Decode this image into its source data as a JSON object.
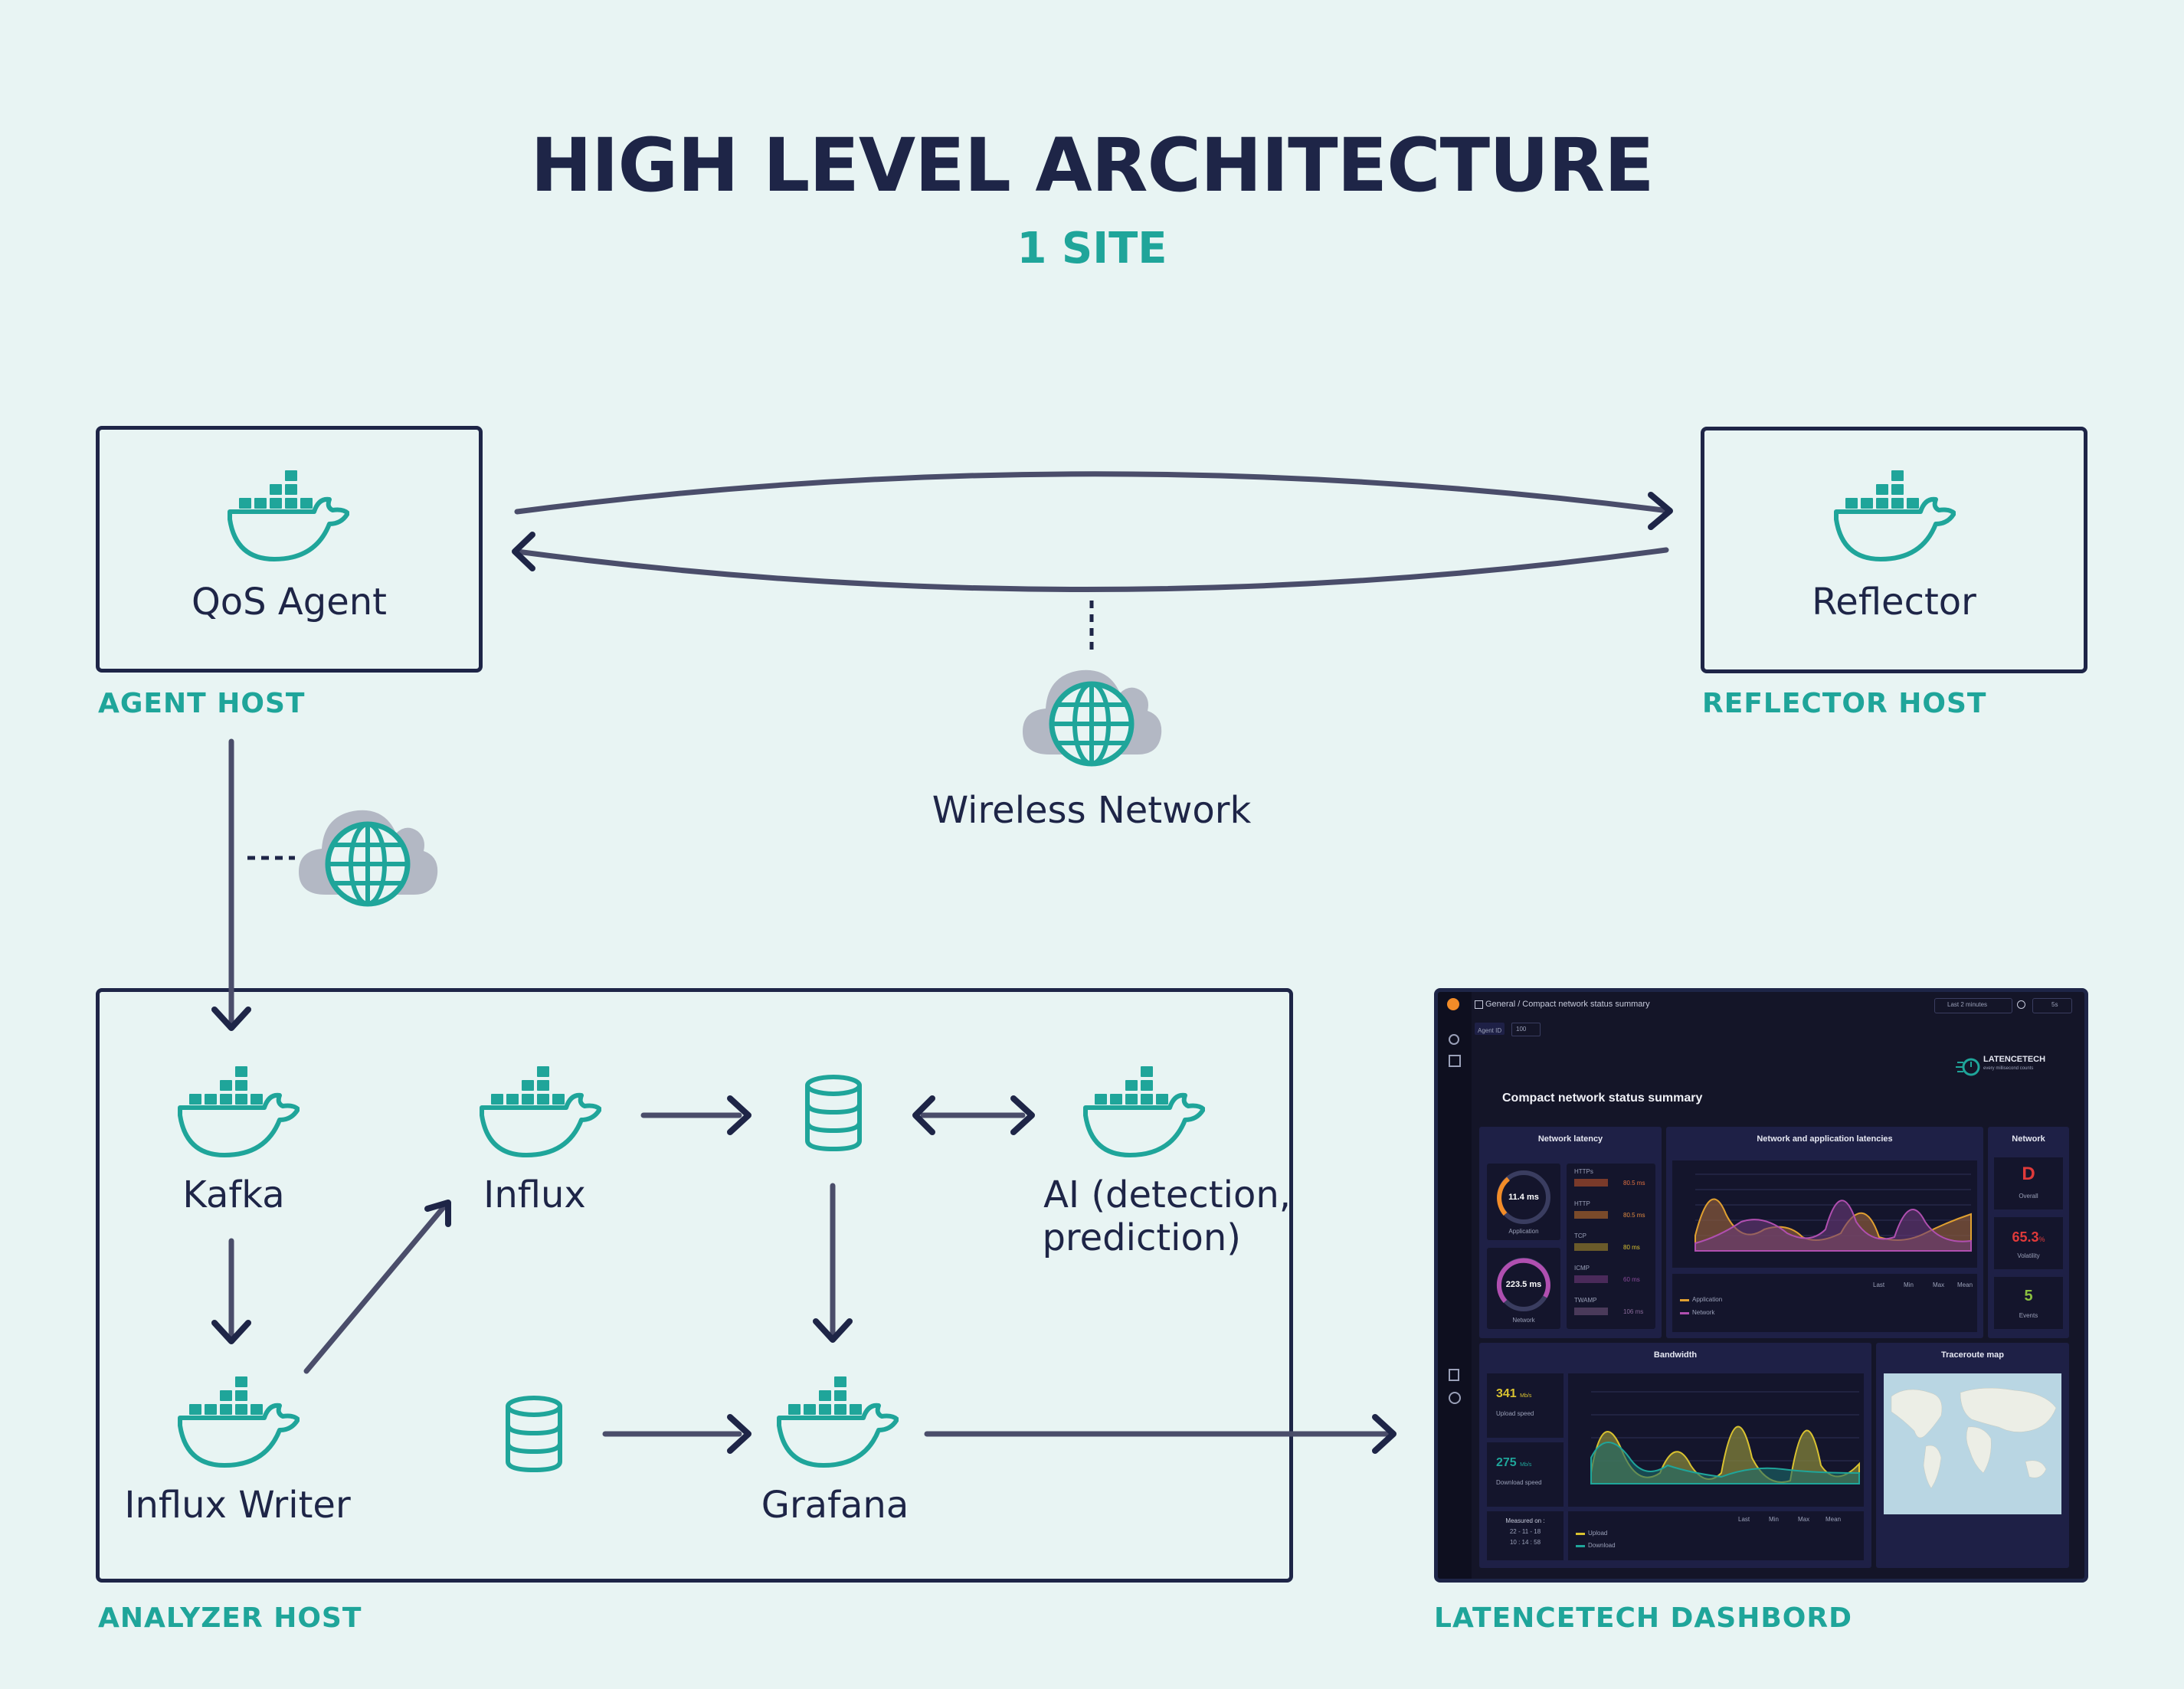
{
  "title": "HIGH LEVEL ARCHITECTURE",
  "subtitle": "1 SITE",
  "hosts": {
    "agent": "AGENT HOST",
    "reflector": "REFLECTOR HOST",
    "analyzer": "ANALYZER HOST",
    "dashboard": "LATENCETECH DASHBORD"
  },
  "nodes": {
    "qos_agent": "QoS Agent",
    "reflector": "Reflector",
    "wireless_network": "Wireless Network",
    "kafka": "Kafka",
    "influx": "Influx",
    "ai_line1": "AI (detection,",
    "ai_line2": "prediction)",
    "influx_writer": "Influx Writer",
    "grafana": "Grafana"
  },
  "colors": {
    "navy": "#1e2547",
    "teal": "#1fa59a",
    "background": "#e8f4f3",
    "arrow": "#4a4d6a",
    "cloud": "#b3b8c4"
  },
  "icons": [
    "docker-whale-icon",
    "cloud-globe-icon",
    "database-icon"
  ],
  "dashboard": {
    "breadcrumb": "General / Compact network status summary",
    "time_range": "Last 2 minutes",
    "refresh": "5s",
    "agent_id_label": "Agent ID",
    "agent_id_value": "100",
    "brand": "LATENCETECH",
    "brand_tagline": "every millisecond counts",
    "heading": "Compact network status summary",
    "network_latency": {
      "title": "Network latency",
      "application_value": "11.4 ms",
      "application_label": "Application",
      "network_value": "223.5 ms",
      "network_label": "Network",
      "protocols": [
        {
          "name": "HTTPs",
          "value": "80.5 ms"
        },
        {
          "name": "HTTP",
          "value": "80.5 ms"
        },
        {
          "name": "TCP",
          "value": "80 ms"
        },
        {
          "name": "ICMP",
          "value": "60 ms"
        },
        {
          "name": "TWAMP",
          "value": "106 ms"
        }
      ]
    },
    "latencies_chart": {
      "title": "Network and application latencies",
      "columns": [
        "Last",
        "Min",
        "Max",
        "Mean"
      ],
      "rows": [
        {
          "name": "Application",
          "color": "#e0a030"
        },
        {
          "name": "Network",
          "color": "#b04fb0"
        }
      ]
    },
    "network": {
      "title": "Network",
      "grade": "D",
      "grade_label": "Overall",
      "volatility": "65.3",
      "volatility_unit": "%",
      "volatility_label": "Volatility",
      "events": "5",
      "events_label": "Events"
    },
    "bandwidth": {
      "title": "Bandwidth",
      "upload_value": "341",
      "upload_unit": "Mb/s",
      "upload_label": "Upload speed",
      "download_value": "275",
      "download_unit": "Mb/s",
      "download_label": "Download speed",
      "measured_label": "Measured on :",
      "measured_date": "22 - 11 - 18",
      "measured_time": "10 : 14 : 58",
      "columns": [
        "Last",
        "Min",
        "Max",
        "Mean"
      ],
      "rows": [
        {
          "name": "Upload",
          "color": "#d9c230"
        },
        {
          "name": "Download",
          "color": "#1fa59a"
        }
      ]
    },
    "traceroute": {
      "title": "Traceroute map"
    }
  }
}
